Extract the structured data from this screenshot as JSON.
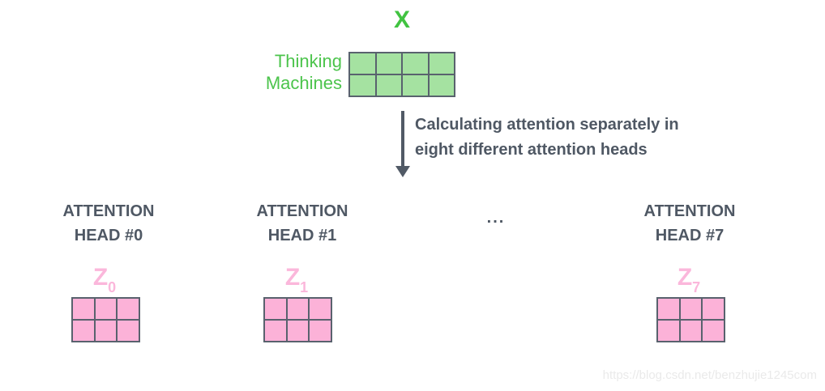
{
  "diagram": {
    "input": {
      "title": "X",
      "word1": "Thinking",
      "word2": "Machines",
      "matrix": {
        "rows": 2,
        "cols": 4
      }
    },
    "arrow_annotation": {
      "line1": "Calculating attention separately in",
      "line2": "eight different attention heads"
    },
    "ellipsis": "...",
    "heads": [
      {
        "label_line1": "ATTENTION",
        "label_line2": "HEAD #0",
        "z_base": "Z",
        "z_sub": "0",
        "matrix": {
          "rows": 2,
          "cols": 3
        }
      },
      {
        "label_line1": "ATTENTION",
        "label_line2": "HEAD #1",
        "z_base": "Z",
        "z_sub": "1",
        "matrix": {
          "rows": 2,
          "cols": 3
        }
      },
      {
        "label_line1": "ATTENTION",
        "label_line2": "HEAD #7",
        "z_base": "Z",
        "z_sub": "7",
        "matrix": {
          "rows": 2,
          "cols": 3
        }
      }
    ],
    "watermark": "https://blog.csdn.net/benzhujie1245com",
    "colors": {
      "green_text": "#41c341",
      "green_cell": "#a5e2a1",
      "pink_text": "#fbb7db",
      "pink_cell": "#fcb2d8",
      "dark_text": "#4f5864",
      "grid_line": "#59626e",
      "watermark_text": "#eaeaea"
    }
  }
}
